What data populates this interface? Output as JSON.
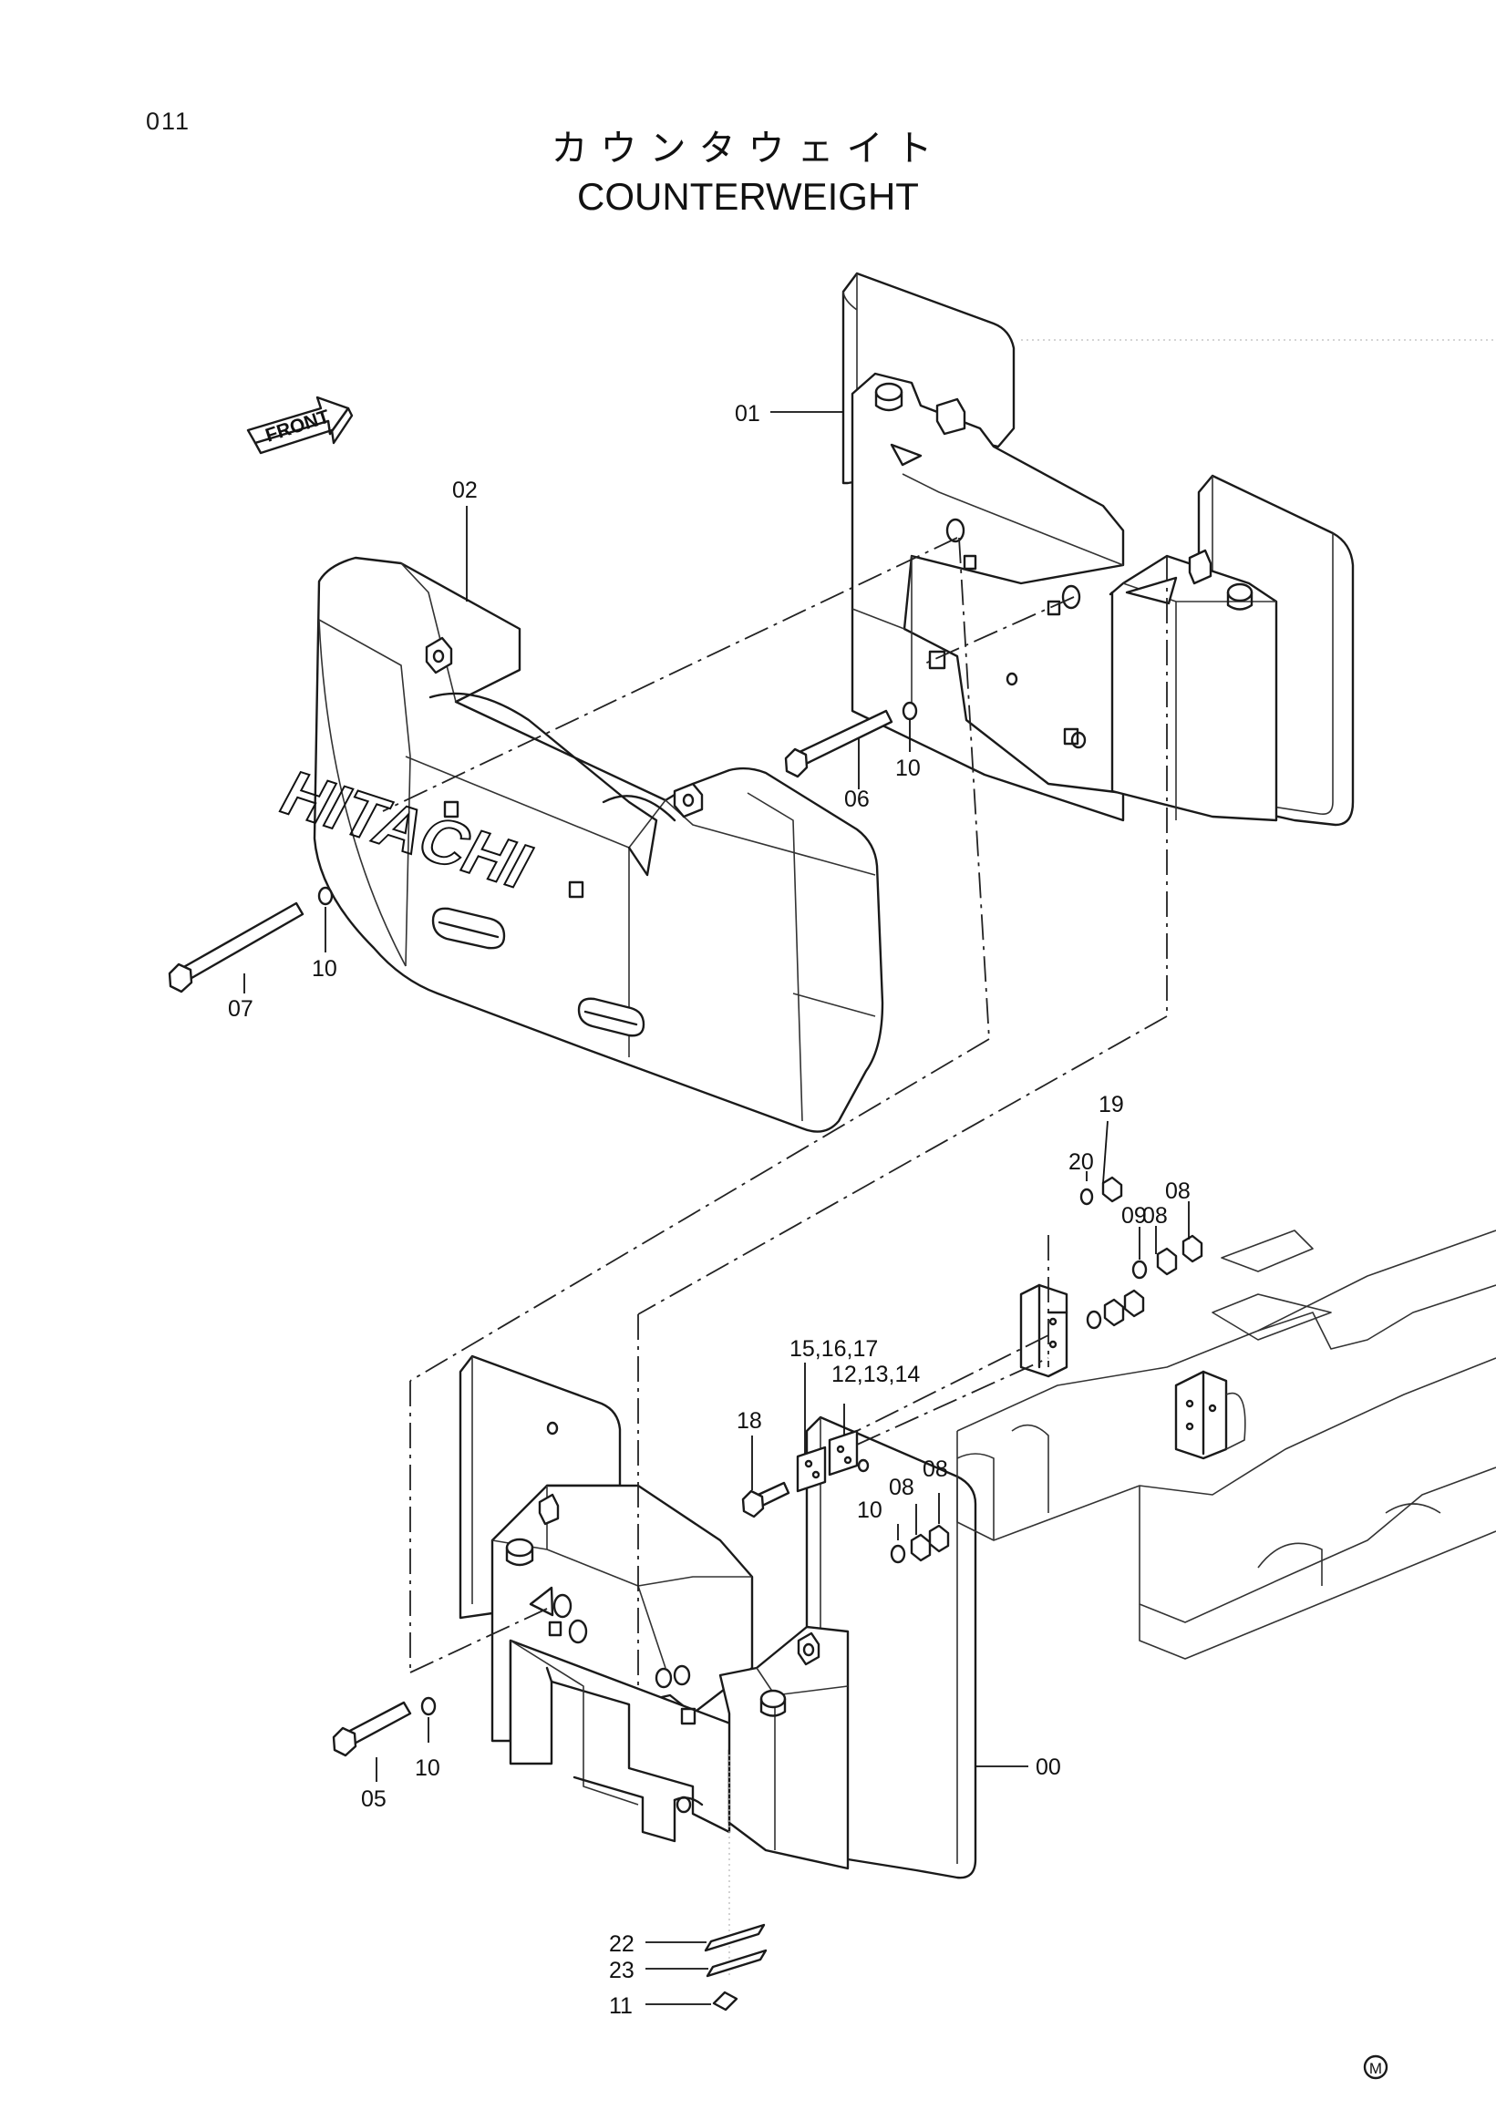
{
  "page_code": "011",
  "title_jp": "カウンタウェイト",
  "title_en": "COUNTERWEIGHT",
  "front_label": "FRONT",
  "brand_text": "HITACHI",
  "corner_mark": "M",
  "parts": {
    "p01": "01",
    "p02": "02",
    "p06": "06",
    "p10a": "10",
    "p07": "07",
    "p10b": "10",
    "p20": "20",
    "p19": "19",
    "p08a": "08",
    "p08b": "08",
    "p09": "09",
    "p15": "15,16,17",
    "p12": "12,13,14",
    "p18": "18",
    "p10c": "10",
    "p08c": "08",
    "p08d": "08",
    "p05": "05",
    "p10d": "10",
    "p00": "00",
    "p22": "22",
    "p23": "23",
    "p11": "11"
  }
}
